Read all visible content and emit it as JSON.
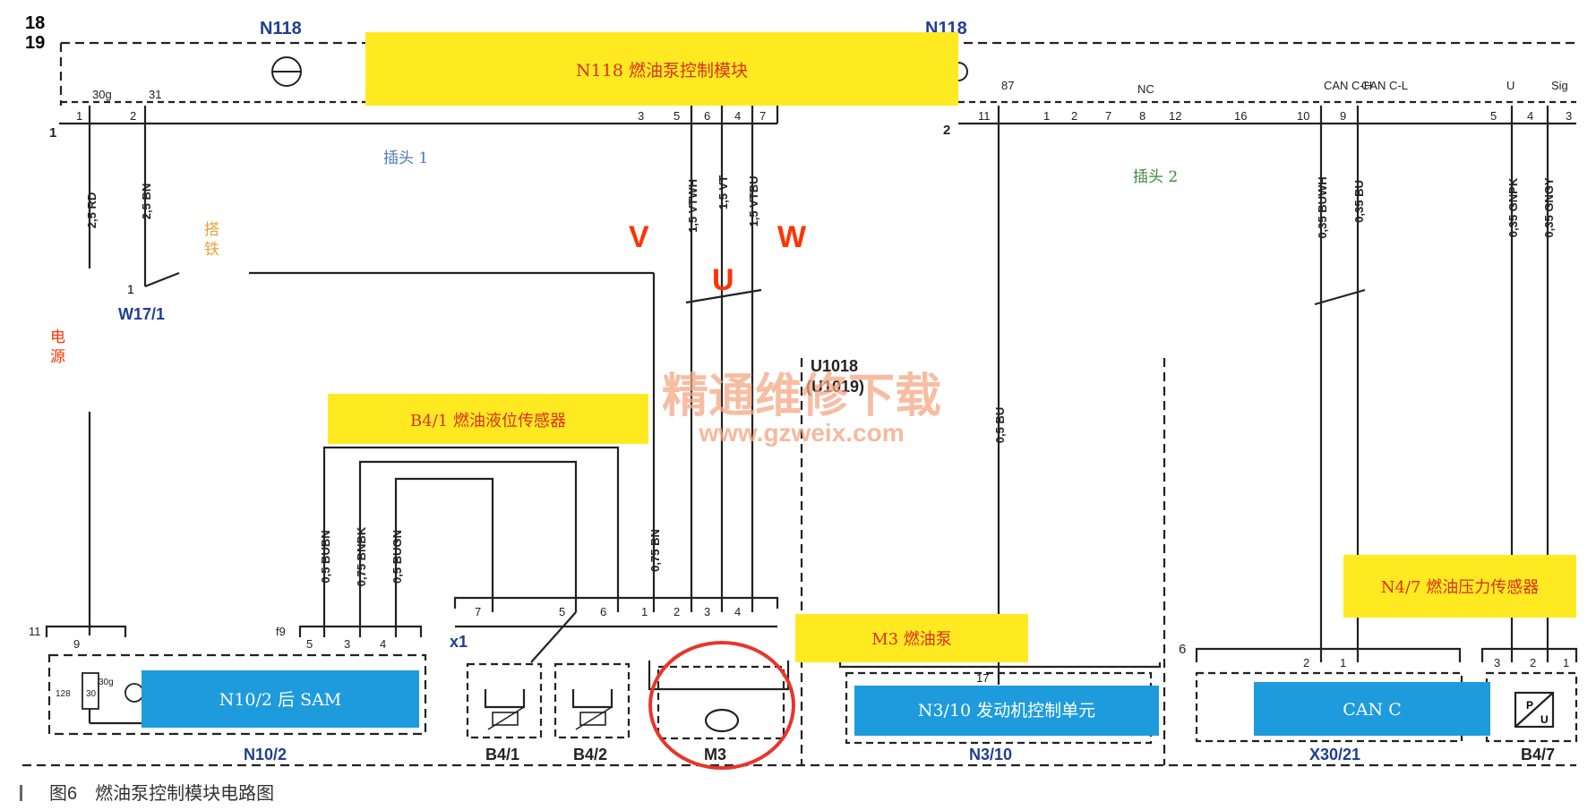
{
  "colors": {
    "line": "#222222",
    "yellow_box": "#ffea21",
    "blue_box": "#1e9bdc",
    "red_text": "#ff3300",
    "red_circle": "#e8352b",
    "watermark": "#f4a784",
    "note_orange": "#e8a23a",
    "note_blue": "#4a7ab8",
    "note_green": "#3a8a3a",
    "navy_label": "#1f3f8f"
  },
  "corner": {
    "sheet_top": "18",
    "sheet_num": "19"
  },
  "header": {
    "module_left": "N118",
    "module_right": "N118"
  },
  "labels": {
    "n118": "N118 燃油泵控制模块",
    "b4_1": "B4/1 燃油液位传感器",
    "m3": "M3 燃油泵",
    "n4_7": "N4/7 燃油压力传感器",
    "n10_2": "N10/2 后 SAM",
    "n3_10": "N3/10 发动机控制单元",
    "can_c": "CAN C"
  },
  "notes": {
    "plug1": "插头 1",
    "plug2": "插头 2",
    "ground_top": "搭",
    "ground_bottom": "铁",
    "power_top": "电",
    "power_bottom": "源"
  },
  "phases": {
    "v": "V",
    "u": "U",
    "w": "W"
  },
  "watermark": {
    "title": "精通维修下载",
    "url": "www.gzweix.com"
  },
  "connector1": {
    "num": "1",
    "pin_labels": [
      "30g",
      "31"
    ],
    "pins": [
      "1",
      "2",
      "3",
      "5",
      "6",
      "4",
      "7"
    ]
  },
  "connector2": {
    "num": "2",
    "pin_labels": [
      "87",
      "NC",
      "CAN C-H",
      "CAN C-L",
      "U",
      "Sig"
    ],
    "pins": [
      "11",
      "1",
      "2",
      "7",
      "8",
      "12",
      "16",
      "10",
      "9",
      "5",
      "4",
      "3"
    ]
  },
  "wires": {
    "w_rd": "2,5 RD",
    "w_bn": "2,5 BN",
    "w_vtwh": "1,5 VTWH",
    "w_vt": "1,5 VT",
    "w_vtbu": "1,5 VTBU",
    "w_bu": "0,5 BU",
    "w_buwh": "0,35 BUWH",
    "w_bu35": "0,35 BU",
    "w_gnpk": "0,35 GNPK",
    "w_gngy": "0,35 GNGY",
    "w_bubn": "0,5 BUBN",
    "w_bnbk": "0,75 BNBK",
    "w_bugn": "0,5 BUGN",
    "w_bn75": "0,75 BN"
  },
  "components": {
    "w17": "W17/1",
    "w17_pin": "1",
    "u1018": "U1018",
    "u1019": "(U1019)",
    "x1": "x1",
    "n10_2": "N10/2",
    "b4_1": "B4/1",
    "b4_2": "B4/2",
    "m3": "M3",
    "n3_10": "N3/10",
    "x30_21": "X30/21",
    "b4_7": "B4/7",
    "pu_top": "P",
    "pu_bottom": "U"
  },
  "pins_lower": {
    "sam_conn": "11",
    "sam_conn2": "f9",
    "sam_pin9": "9",
    "sam_pins": [
      "5",
      "3",
      "4"
    ],
    "fuse": "128",
    "fuse_val": "30",
    "sam_30g": "30g",
    "x1_pins": [
      "7",
      "5",
      "6",
      "1",
      "2",
      "3",
      "4"
    ],
    "n3_pin": "17",
    "x30_conn": "6",
    "x30_pins": [
      "2",
      "1"
    ],
    "b47_pins": [
      "3",
      "2",
      "1"
    ]
  },
  "caption": {
    "text": "图6　燃油泵控制模块电路图"
  }
}
